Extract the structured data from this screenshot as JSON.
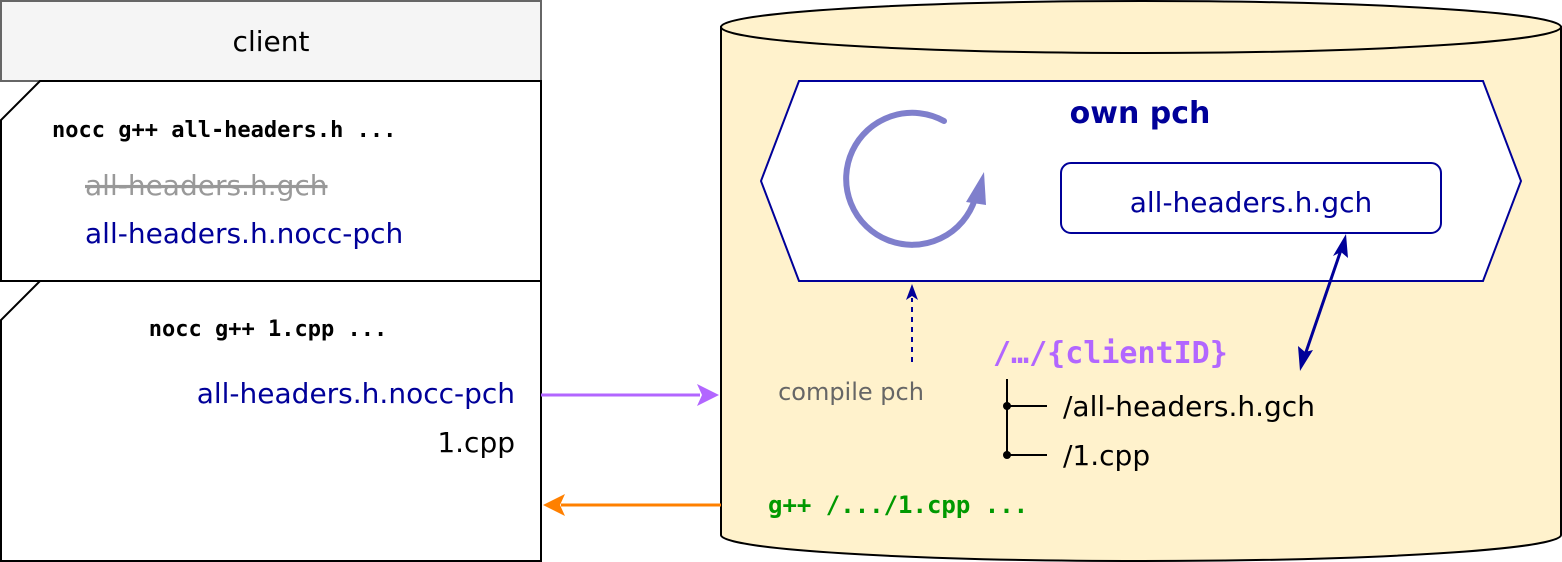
{
  "client": {
    "title": "client",
    "step1": {
      "command": "nocc g++ all-headers.h ...",
      "struck_file": "all-headers.h.gch",
      "output_file": "all-headers.h.nocc-pch"
    },
    "step2": {
      "command": "nocc g++ 1.cpp ...",
      "file_pch": "all-headers.h.nocc-pch",
      "file_cpp": "1.cpp"
    }
  },
  "server": {
    "own_pch_title": "own pch",
    "gch_file": "all-headers.h.gch",
    "compile_label": "compile pch",
    "client_path": "/…/{clientID}",
    "tree_items": [
      "/all-headers.h.gch",
      "/1.cpp"
    ],
    "gpp_command": "g++ /.../1.cpp ..."
  },
  "colors": {
    "blue": "#000099",
    "purple": "#b266ff",
    "orange": "#ff8000",
    "green": "#009900",
    "cylinder_fill": "#fff2cc",
    "cycle": "#7f7fcc"
  },
  "icons": {
    "cycle": "refresh-cycle-icon"
  }
}
